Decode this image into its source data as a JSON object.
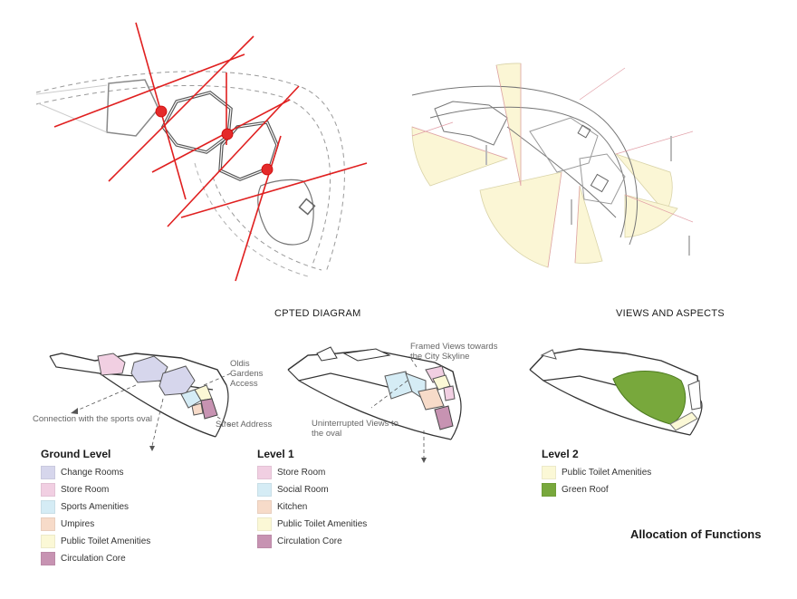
{
  "captions": {
    "cpted": "CPTED DIAGRAM",
    "views": "VIEWS AND ASPECTS",
    "allocation": "Allocation of Functions"
  },
  "annotations": {
    "oldis": "Oldis Gardens Access",
    "connection": "Connection with the sports oval",
    "street": "Street Address",
    "framed": "Framed Views towards the City Skyline",
    "uninterrupted": "Uninterrupted Views to the oval"
  },
  "legends": {
    "ground": {
      "title": "Ground Level",
      "items": [
        {
          "label": "Change Rooms",
          "color": "#d6d6ec"
        },
        {
          "label": "Store Room",
          "color": "#f1cfe2"
        },
        {
          "label": "Sports Amenities",
          "color": "#d5ecf5"
        },
        {
          "label": "Umpires",
          "color": "#f7dbc9"
        },
        {
          "label": "Public Toilet Amenities",
          "color": "#fbf8d6"
        },
        {
          "label": "Circulation Core",
          "color": "#c793b2"
        }
      ]
    },
    "level1": {
      "title": "Level 1",
      "items": [
        {
          "label": "Store Room",
          "color": "#f1cfe2"
        },
        {
          "label": "Social Room",
          "color": "#d5ecf5"
        },
        {
          "label": "Kitchen",
          "color": "#f7dbc9"
        },
        {
          "label": "Public Toilet Amenities",
          "color": "#fbf8d6"
        },
        {
          "label": "Circulation Core",
          "color": "#c793b2"
        }
      ]
    },
    "level2": {
      "title": "Level 2",
      "items": [
        {
          "label": "Public Toilet Amenities",
          "color": "#fbf8d6"
        },
        {
          "label": "Green Roof",
          "color": "#78a83c"
        }
      ]
    }
  }
}
